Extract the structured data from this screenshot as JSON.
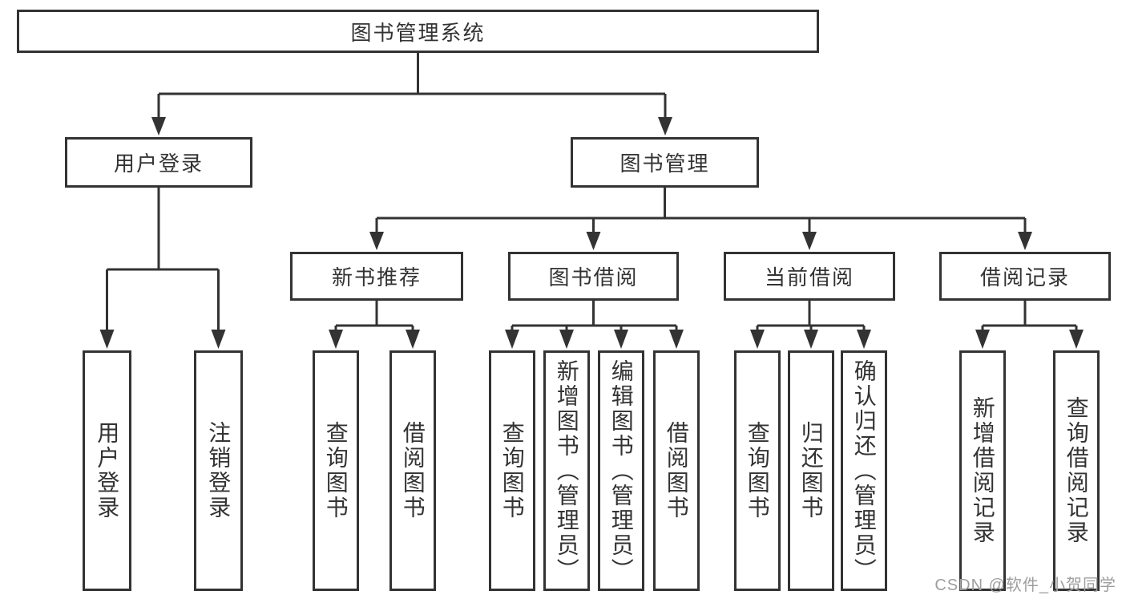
{
  "diagram": {
    "root": {
      "label": "图书管理系统"
    },
    "branches": [
      {
        "label": "用户登录",
        "children": [
          {
            "label": "用户登录"
          },
          {
            "label": "注销登录"
          }
        ]
      },
      {
        "label": "图书管理",
        "children": [
          {
            "label": "新书推荐",
            "children": [
              {
                "label": "查询图书"
              },
              {
                "label": "借阅图书"
              }
            ]
          },
          {
            "label": "图书借阅",
            "children": [
              {
                "label": "查询图书"
              },
              {
                "label": "新增图书（管理员）"
              },
              {
                "label": "编辑图书（管理员）"
              },
              {
                "label": "借阅图书"
              }
            ]
          },
          {
            "label": "当前借阅",
            "children": [
              {
                "label": "查询图书"
              },
              {
                "label": "归还图书"
              },
              {
                "label": "确认归还（管理员）"
              }
            ]
          },
          {
            "label": "借阅记录",
            "children": [
              {
                "label": "新增借阅记录"
              },
              {
                "label": "查询借阅记录"
              }
            ]
          }
        ]
      }
    ]
  },
  "watermark": {
    "text": "CSDN @软件_小贺同学"
  },
  "colors": {
    "line": "#333333",
    "box_border": "#333333",
    "text": "#333333",
    "watermark": "#9e9e9e",
    "background": "#ffffff"
  }
}
